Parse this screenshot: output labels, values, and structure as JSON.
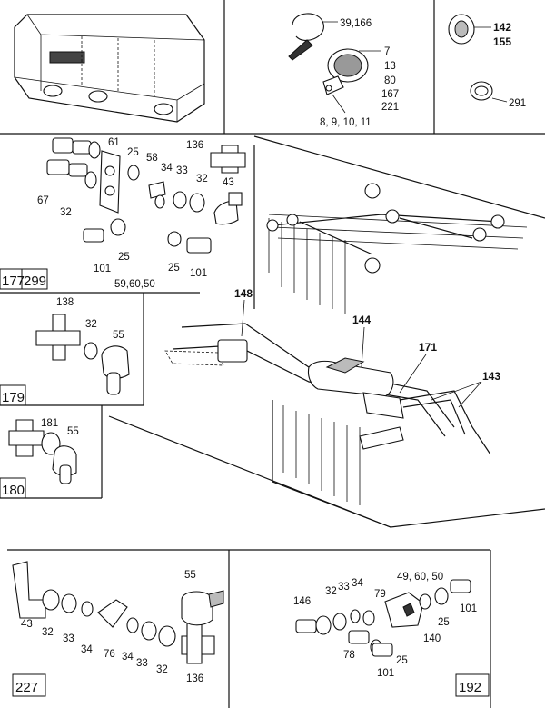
{
  "panels": {
    "clamp": {
      "callouts": [
        "39,166",
        "7",
        "13",
        "80",
        "167",
        "221",
        "8, 9, 10, 11"
      ]
    },
    "grommet": {
      "callouts": [
        "142",
        "155",
        "291"
      ]
    },
    "fittings_main": {
      "box": [
        "177",
        "299"
      ],
      "callouts": [
        "61",
        "25",
        "58",
        "136",
        "34",
        "33",
        "32",
        "43",
        "67",
        "32",
        "101",
        "25",
        "25",
        "101",
        "59,60,50"
      ]
    },
    "fitting_179": {
      "box": "179",
      "callouts": [
        "138",
        "32",
        "55"
      ]
    },
    "fitting_180": {
      "box": "180",
      "callouts": [
        "181",
        "55"
      ]
    },
    "assembly": {
      "callouts": [
        "148",
        "144",
        "171",
        "143"
      ]
    },
    "fitting_227": {
      "box": "227",
      "callouts": [
        "55",
        "43",
        "32",
        "33",
        "34",
        "76",
        "34",
        "33",
        "32",
        "136"
      ]
    },
    "fitting_192": {
      "box": "192",
      "callouts": [
        "146",
        "32",
        "33",
        "34",
        "79",
        "49, 60, 50",
        "101",
        "25",
        "140",
        "78",
        "25",
        "101"
      ]
    }
  }
}
